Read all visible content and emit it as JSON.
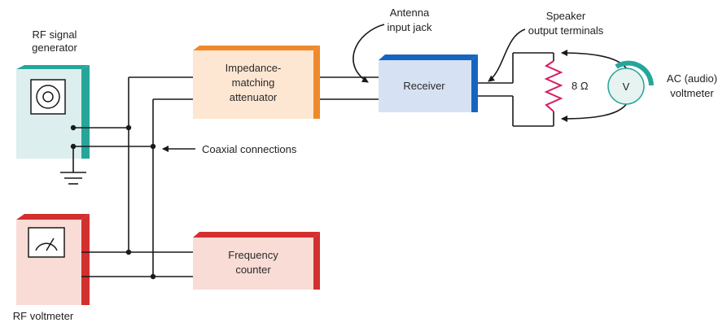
{
  "labels": {
    "rf_signal_generator": [
      "RF signal",
      "generator"
    ],
    "rf_voltmeter": "RF voltmeter",
    "impedance_attenuator": [
      "Impedance-",
      "matching",
      "attenuator"
    ],
    "receiver": "Receiver",
    "frequency_counter": [
      "Frequency",
      "counter"
    ],
    "antenna_input_jack": [
      "Antenna",
      "input jack"
    ],
    "speaker_output_terminals": [
      "Speaker",
      "output terminals"
    ],
    "ac_voltmeter": [
      "AC (audio)",
      "voltmeter"
    ],
    "resistor_value": "8 Ω",
    "voltmeter_symbol": "V",
    "coaxial_connections": "Coaxial connections"
  },
  "colors": {
    "generator_face": "#dcefee",
    "generator_edge": "#26a69a",
    "rf_voltmeter_face": "#f9dcd6",
    "rf_voltmeter_edge": "#d32f2f",
    "attenuator_face": "#fde6d2",
    "attenuator_edge": "#ef8a2c",
    "receiver_face": "#d6e2f3",
    "receiver_edge": "#1565c0",
    "counter_face": "#f9dcd6",
    "counter_edge": "#d32f2f",
    "resistor": "#d81b60",
    "ac_meter_face": "#e6f3f1",
    "ac_meter_edge": "#26a69a"
  },
  "icons": {
    "signal_generator_dial": "coaxial-jack-icon",
    "rf_voltmeter_meter": "analog-meter-icon",
    "ground": "ground-icon",
    "resistor": "resistor-icon"
  }
}
